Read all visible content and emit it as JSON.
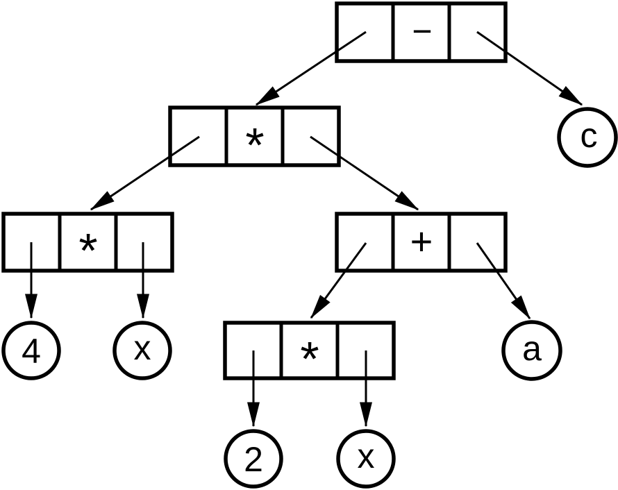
{
  "diagram": {
    "nodes": {
      "root": {
        "op": "−"
      },
      "times_top": {
        "op": "*"
      },
      "times_left": {
        "op": "*"
      },
      "plus": {
        "op": "+"
      },
      "times_bottom": {
        "op": "*"
      }
    },
    "leaves": {
      "c": "c",
      "four": "4",
      "x_left": "x",
      "a": "a",
      "two": "2",
      "x_bottom": "x"
    },
    "colors": {
      "ink": "#000000",
      "background": "#ffffff"
    }
  }
}
